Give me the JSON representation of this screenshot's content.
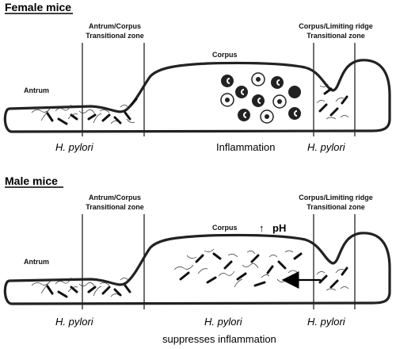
{
  "female": {
    "heading": "Female mice",
    "zone_left_line1": "Antrum/Corpus",
    "zone_left_line2": "Transitional zone",
    "zone_right_line1": "Corpus/Limiting ridge",
    "zone_right_line2": "Transitional zone",
    "region_corpus": "Corpus",
    "region_antrum": "Antrum",
    "label_hp_left": "H. pylori",
    "label_inflammation": "Inflammation",
    "label_hp_right": "H. pylori"
  },
  "male": {
    "heading": "Male mice",
    "zone_left_line1": "Antrum/Corpus",
    "zone_left_line2": "Transitional zone",
    "zone_right_line1": "Corpus/Limiting ridge",
    "zone_right_line2": "Transitional zone",
    "region_corpus": "Corpus",
    "ph_arrow": "↑",
    "ph_label": "pH",
    "region_antrum": "Antrum",
    "label_hp_left": "H. pylori",
    "label_hp_center": "H. pylori",
    "label_hp_right": "H. pylori",
    "label_suppresses": "suppresses inflammation"
  }
}
